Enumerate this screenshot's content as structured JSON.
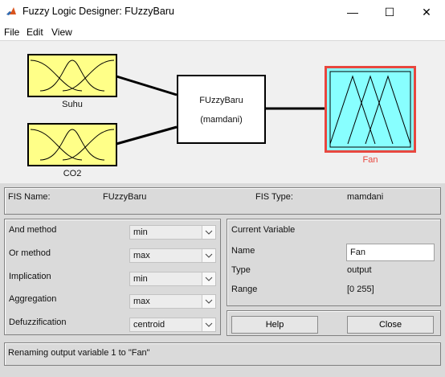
{
  "window": {
    "title": "Fuzzy Logic Designer: FUzzyBaru",
    "minimize_glyph": "—",
    "maximize_glyph": "☐",
    "close_glyph": "✕"
  },
  "menu": [
    "File",
    "Edit",
    "View"
  ],
  "diagram": {
    "inputs": [
      "Suhu",
      "CO2"
    ],
    "fis_name": "FUzzyBaru",
    "fis_type_display": "(mamdani)",
    "output": "Fan",
    "input_box_color": "#ffff88",
    "output_box_color": "#88ffff",
    "selected_border_color": "#e8473f"
  },
  "info": {
    "fis_name_label": "FIS Name:",
    "fis_name_value": "FUzzyBaru",
    "fis_type_label": "FIS Type:",
    "fis_type_value": "mamdani"
  },
  "methods": [
    {
      "label": "And method",
      "value": "min"
    },
    {
      "label": "Or method",
      "value": "max"
    },
    {
      "label": "Implication",
      "value": "min"
    },
    {
      "label": "Aggregation",
      "value": "max"
    },
    {
      "label": "Defuzzification",
      "value": "centroid"
    }
  ],
  "current_variable": {
    "heading": "Current Variable",
    "name_label": "Name",
    "name_value": "Fan",
    "type_label": "Type",
    "type_value": "output",
    "range_label": "Range",
    "range_value": "[0 255]"
  },
  "buttons": {
    "help": "Help",
    "close": "Close"
  },
  "status": "Renaming output variable 1 to \"Fan\""
}
